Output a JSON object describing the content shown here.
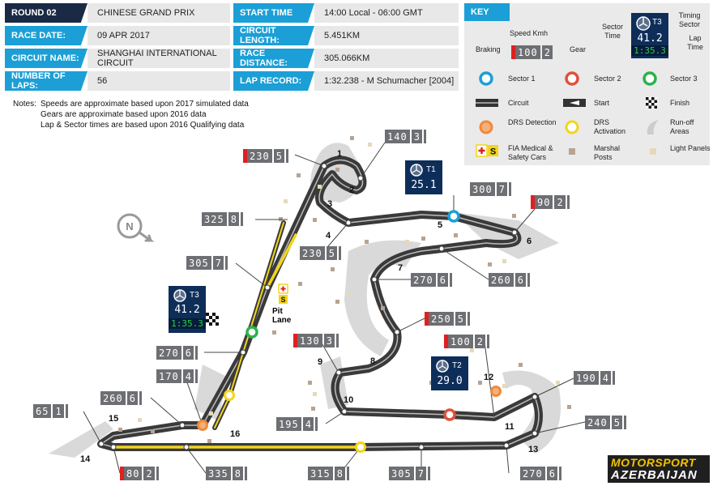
{
  "info": {
    "round_label": "ROUND 02",
    "race_name": "CHINESE GRAND PRIX",
    "race_date_label": "RACE DATE:",
    "race_date": "09 APR 2017",
    "circuit_name_label": "CIRCUIT NAME:",
    "circuit_name": "SHANGHAI INTERNATIONAL CIRCUIT",
    "laps_label": "NUMBER OF LAPS:",
    "laps": "56",
    "start_time_label": "START TIME",
    "start_time": "14:00 Local - 06:00 GMT",
    "circuit_length_label": "CIRCUIT LENGTH:",
    "circuit_length": "5.451KM",
    "race_distance_label": "RACE DISTANCE:",
    "race_distance": "305.066KM",
    "lap_record_label": "LAP RECORD:",
    "lap_record": "1:32.238 - M Schumacher [2004]"
  },
  "notes": {
    "heading": "Notes:",
    "lines": [
      "Speeds are approximate based upon 2017 simulated data",
      "Gears are approximate based upon 2016 data",
      "Lap & Sector times are based upon 2016 Qualifying data"
    ]
  },
  "key": {
    "title": "KEY",
    "speed_kmh": "Speed Kmh",
    "braking": "Braking",
    "gear": "Gear",
    "example_speed": "100",
    "example_gear": "2",
    "sector_time": "Sector Time",
    "timing_sector": "Timing Sector",
    "lap_time": "Lap Time",
    "example_sector": "T3",
    "example_sector_time": "41.2",
    "example_lap": "1:35.3",
    "sector1": "Sector 1",
    "sector2": "Sector 2",
    "sector3": "Sector 3",
    "circuit": "Circuit",
    "start": "Start",
    "finish": "Finish",
    "drs_detection": "DRS Detection",
    "drs_activation": "DRS Activation",
    "runoff": "Run-off Areas",
    "fia_cars": "FIA Medical & Safety Cars",
    "marshal_posts": "Marshal Posts",
    "light_panels": "Light Panels"
  },
  "colors": {
    "accent": "#1b9fd6",
    "navy": "#1a2a44",
    "sector1": "#1b9fd6",
    "sector2": "#e0513a",
    "sector3": "#2bb24c",
    "drs_detection": "#f08a3c",
    "drs_activation": "#f2d51c",
    "drs_zone": "#f2d51c",
    "marshal": "#b8a392",
    "light_panel": "#e5d9b8"
  },
  "speed_boxes": [
    {
      "id": "t1-entry",
      "speed": "230",
      "gear": "5",
      "braking": true
    },
    {
      "id": "t2",
      "speed": "140",
      "gear": "3",
      "braking": false
    },
    {
      "id": "t5-straight",
      "speed": "300",
      "gear": "7",
      "braking": false
    },
    {
      "id": "t6",
      "speed": "90",
      "gear": "2",
      "braking": true
    },
    {
      "id": "back-pit-top",
      "speed": "325",
      "gear": "8",
      "braking": false
    },
    {
      "id": "t4",
      "speed": "230",
      "gear": "5",
      "braking": false
    },
    {
      "id": "t6-exit",
      "speed": "260",
      "gear": "6",
      "braking": false
    },
    {
      "id": "pit-mid",
      "speed": "305",
      "gear": "7",
      "braking": false
    },
    {
      "id": "t7",
      "speed": "270",
      "gear": "6",
      "braking": false
    },
    {
      "id": "t8",
      "speed": "250",
      "gear": "5",
      "braking": true
    },
    {
      "id": "t9",
      "speed": "130",
      "gear": "3",
      "braking": true
    },
    {
      "id": "t11",
      "speed": "100",
      "gear": "2",
      "braking": true
    },
    {
      "id": "start-line",
      "speed": "270",
      "gear": "6",
      "braking": false
    },
    {
      "id": "t16-exit",
      "speed": "170",
      "gear": "4",
      "braking": false
    },
    {
      "id": "t12",
      "speed": "190",
      "gear": "4",
      "braking": false
    },
    {
      "id": "t15",
      "speed": "260",
      "gear": "6",
      "braking": false
    },
    {
      "id": "t10",
      "speed": "195",
      "gear": "4",
      "braking": false
    },
    {
      "id": "t13",
      "speed": "240",
      "gear": "5",
      "braking": false
    },
    {
      "id": "t14-entry",
      "speed": "65",
      "gear": "1",
      "braking": false
    },
    {
      "id": "t14-exit",
      "speed": "80",
      "gear": "2",
      "braking": true
    },
    {
      "id": "straight-start",
      "speed": "335",
      "gear": "8",
      "braking": false
    },
    {
      "id": "straight-mid",
      "speed": "315",
      "gear": "8",
      "braking": false
    },
    {
      "id": "straight-end",
      "speed": "305",
      "gear": "7",
      "braking": false
    },
    {
      "id": "t13-exit",
      "speed": "270",
      "gear": "6",
      "braking": false
    }
  ],
  "sectors": [
    {
      "id": "T1",
      "time": "25.1"
    },
    {
      "id": "T2",
      "time": "29.0"
    },
    {
      "id": "T3",
      "time": "41.2",
      "lap": "1:35.3"
    }
  ],
  "turns": [
    "1",
    "2",
    "3",
    "4",
    "5",
    "6",
    "7",
    "8",
    "9",
    "10",
    "11",
    "12",
    "13",
    "14",
    "15",
    "16"
  ],
  "pit_lane": {
    "label": "Pit Lane",
    "safety_car": "S"
  },
  "brand": {
    "line1": "MOTORSPORT",
    "line2": "AZERBAIJAN"
  }
}
